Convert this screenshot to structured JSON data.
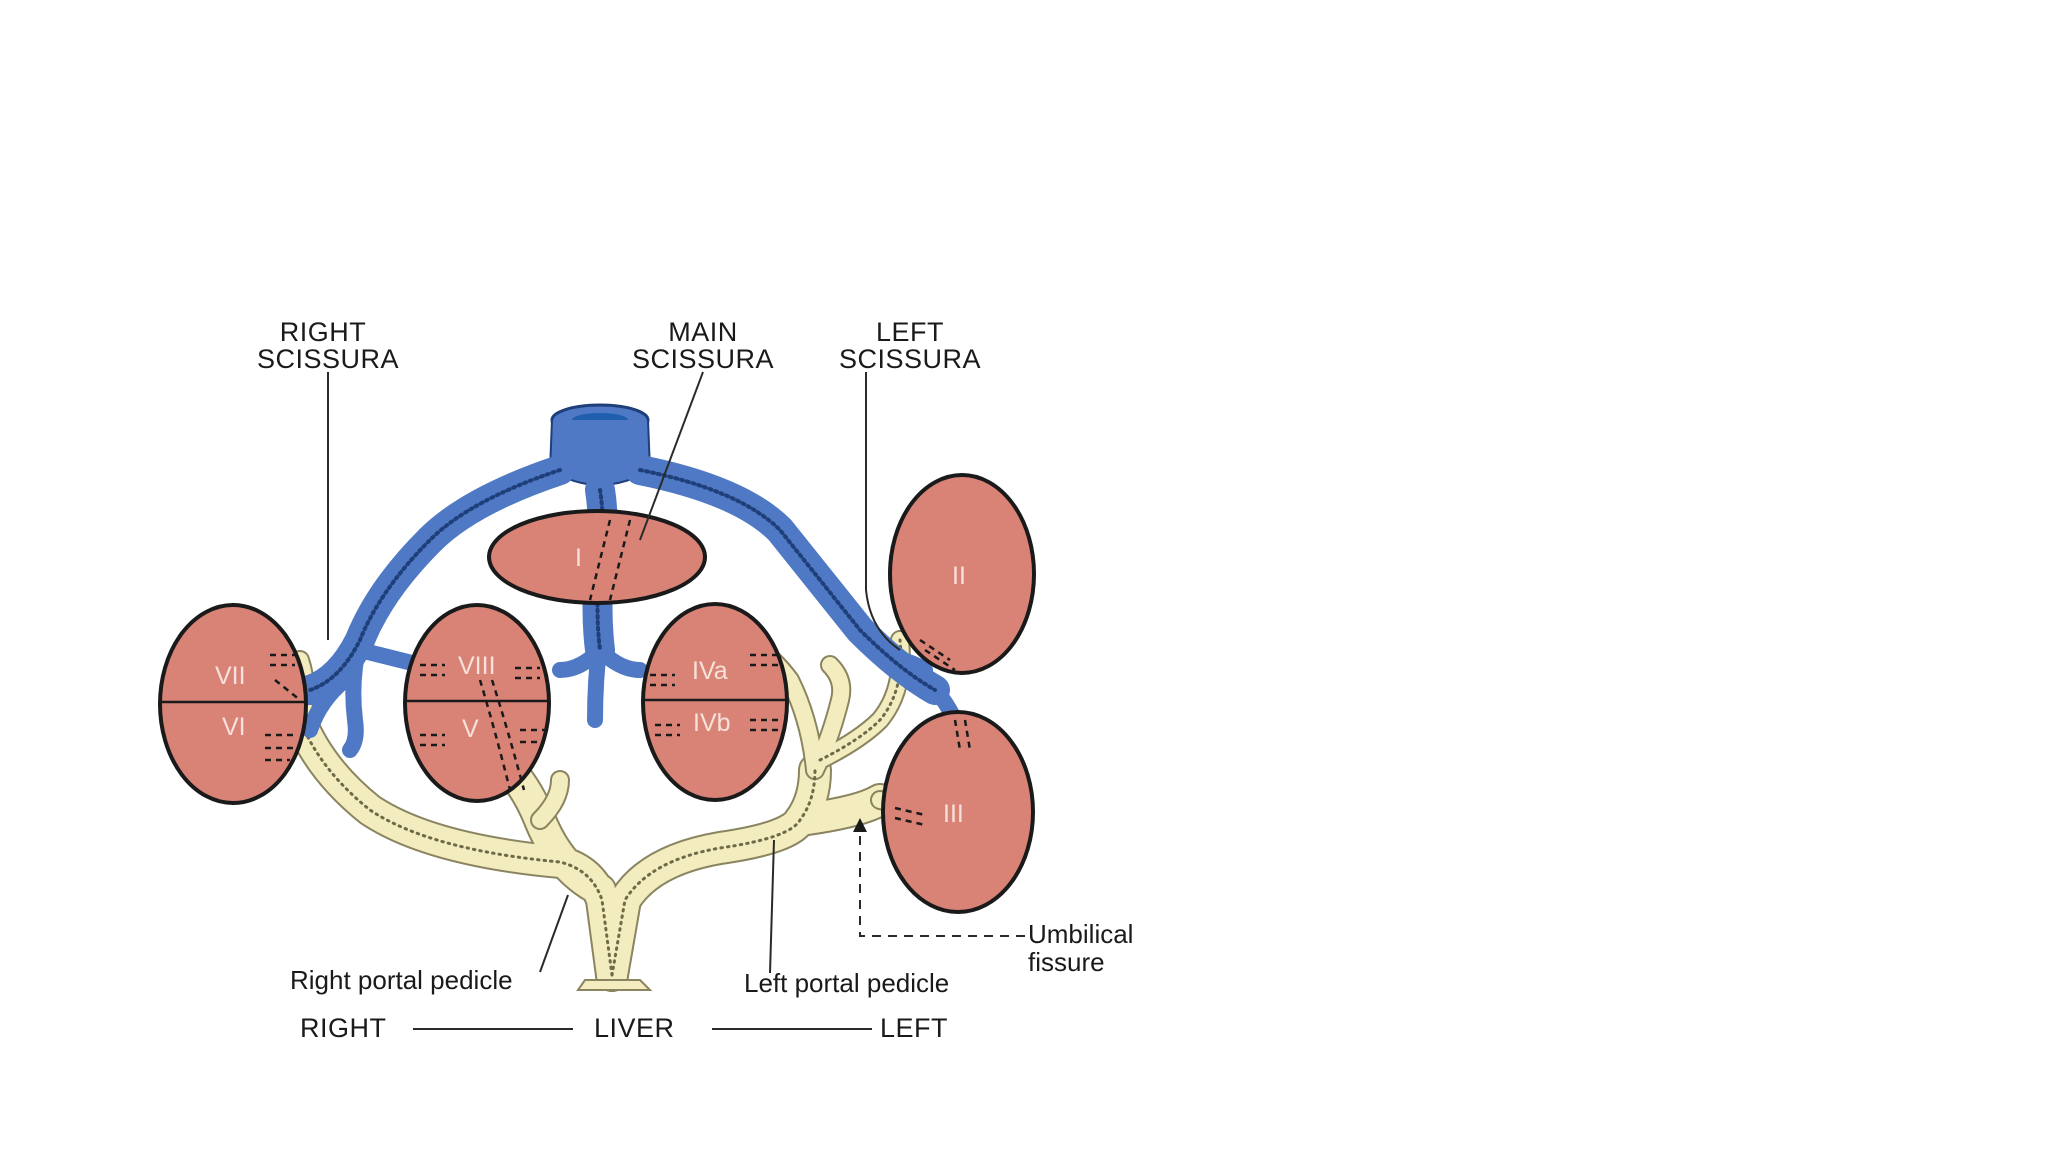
{
  "labels": {
    "right_scissura_line1": "RIGHT",
    "right_scissura_line2": "SCISSURA",
    "main_scissura_line1": "MAIN",
    "main_scissura_line2": "SCISSURA",
    "left_scissura_line1": "LEFT",
    "left_scissura_line2": "SCISSURA",
    "umbilical_line1": "Umbilical",
    "umbilical_line2": "fissure",
    "right_portal_pedicle": "Right portal pedicle",
    "left_portal_pedicle": "Left portal pedicle",
    "axis_right": "RIGHT",
    "axis_liver": "LIVER",
    "axis_left": "LEFT"
  },
  "segments": {
    "s1": "I",
    "s2": "II",
    "s3": "III",
    "s4a": "IVa",
    "s4b": "IVb",
    "s5": "V",
    "s6": "VI",
    "s7": "VII",
    "s8": "VIII"
  },
  "colors": {
    "hepatic_vein": "#4f79c4",
    "portal_pedicle": "#f3ecbf",
    "segment_fill": "#d98377",
    "outline": "#1a1a1a",
    "background": "#ffffff"
  }
}
